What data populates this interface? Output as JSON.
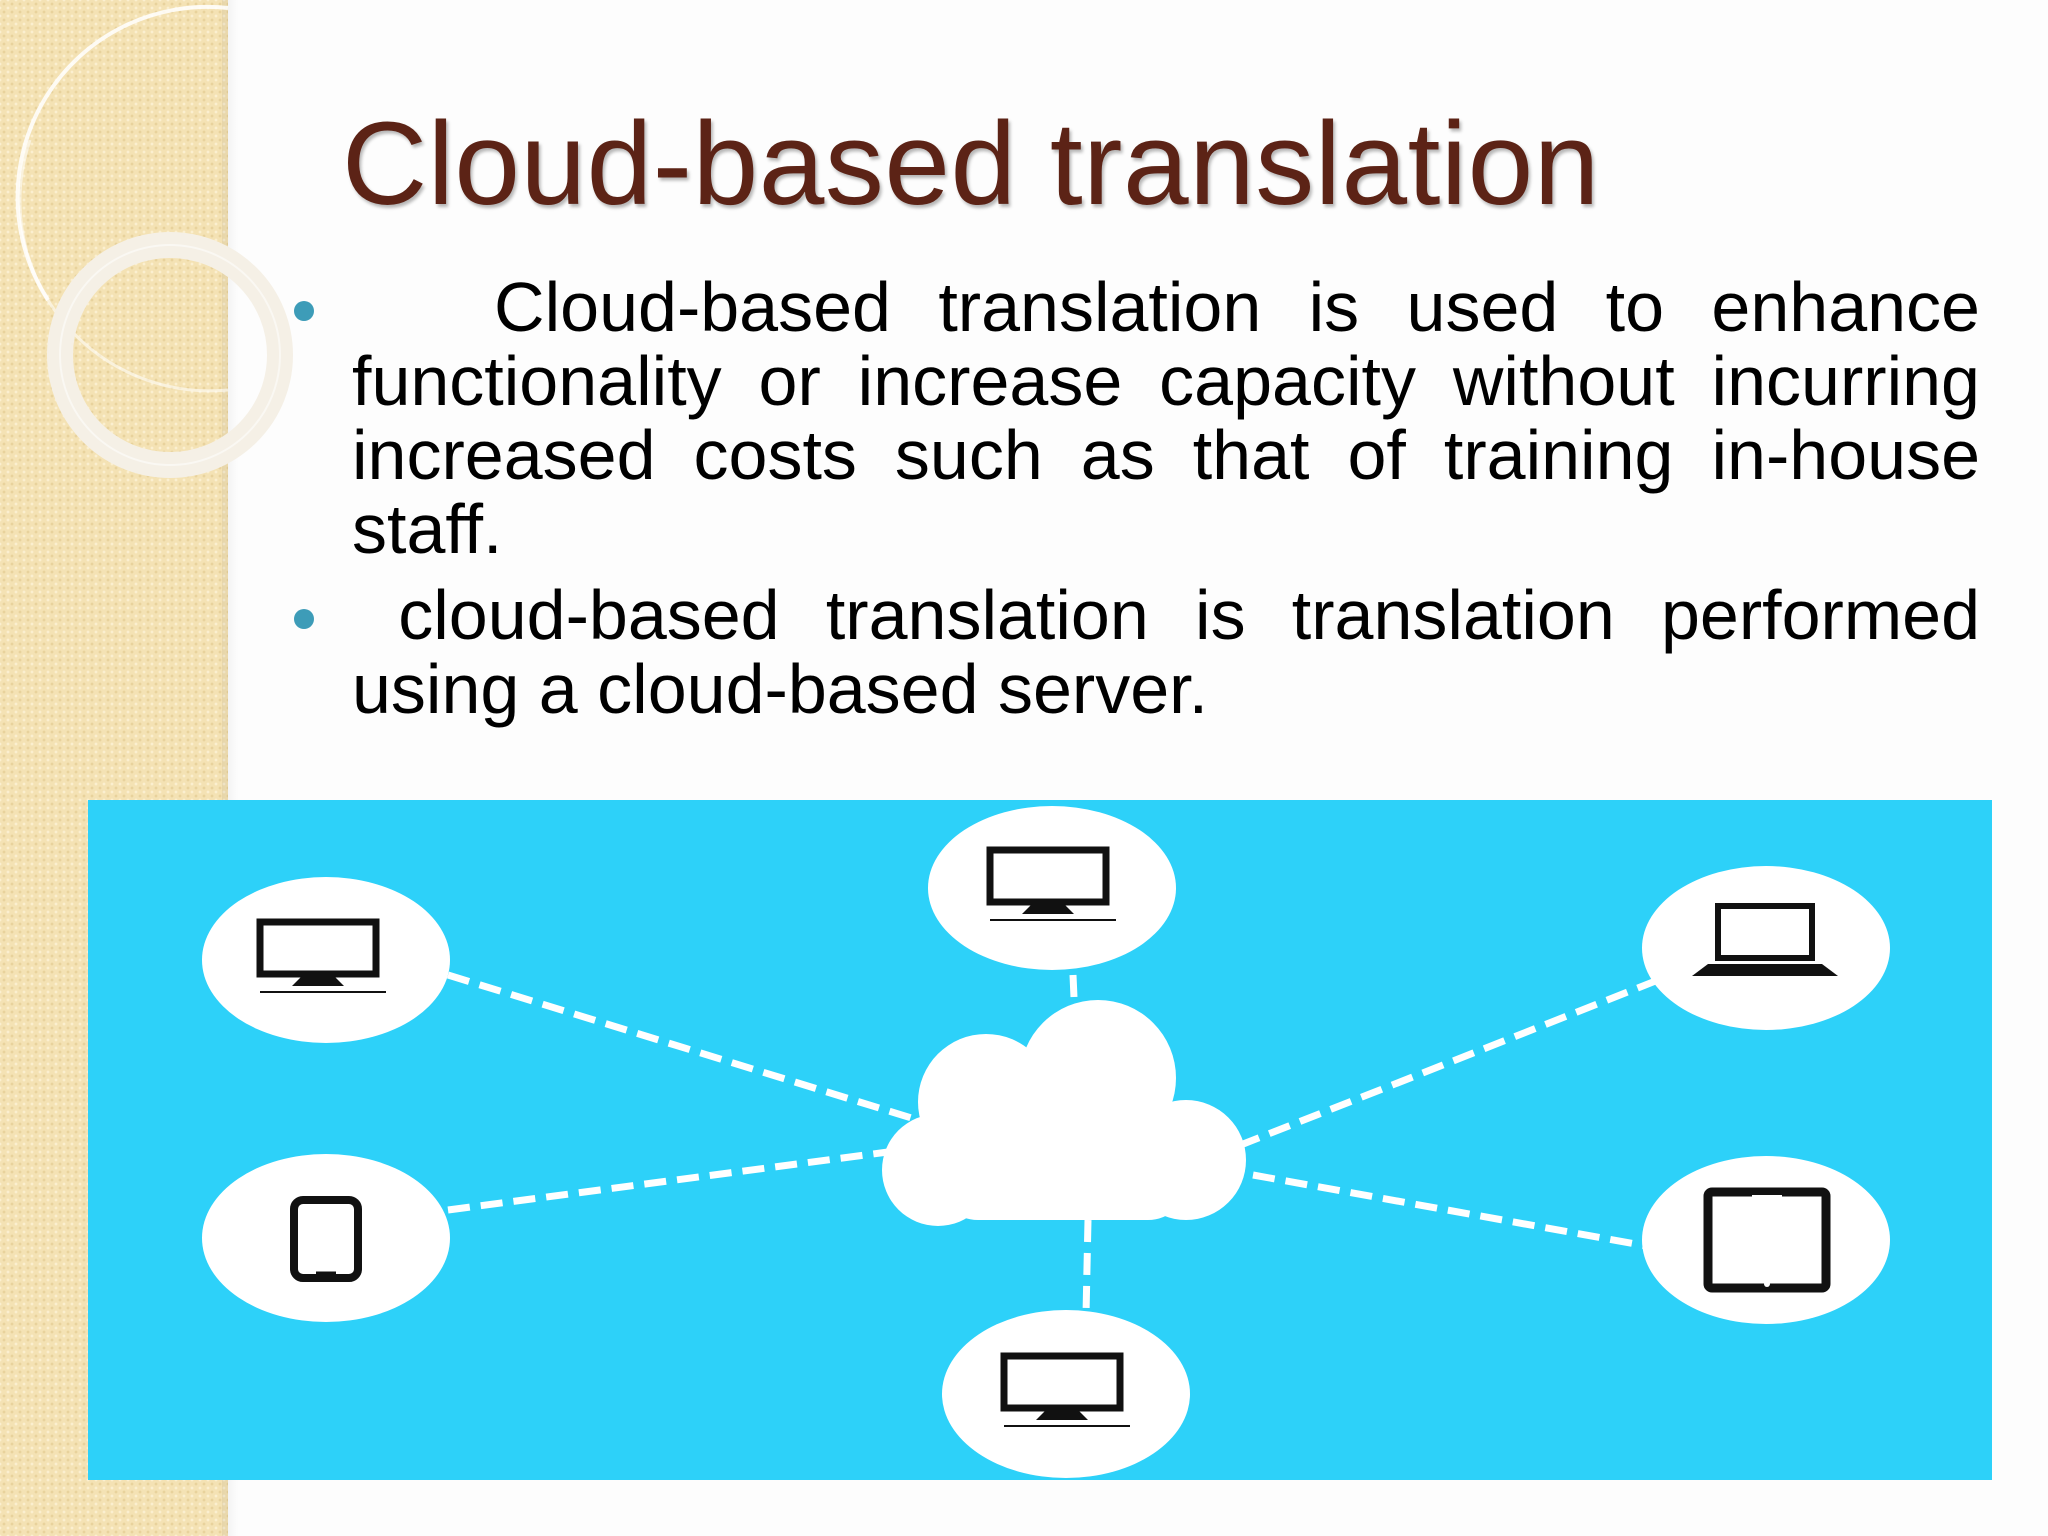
{
  "slide": {
    "title": "Cloud-based translation",
    "bullets": [
      "   Cloud-based translation is used to enhance functionality or increase capacity without incurring increased costs such as that of training in-house staff.",
      " cloud-based translation is translation performed using a cloud-based server."
    ]
  },
  "colors": {
    "title": "#5c2316",
    "bullet_dot": "#3d9cb8",
    "diagram_background": "#2dd1f9",
    "side_band": "#f4e2b4",
    "node_fill": "#ffffff",
    "device_icon": "#111111"
  },
  "diagram": {
    "center": "cloud-icon",
    "nodes": [
      {
        "name": "monitor-icon"
      },
      {
        "name": "monitor-icon"
      },
      {
        "name": "laptop-icon"
      },
      {
        "name": "phone-icon"
      },
      {
        "name": "tablet-icon"
      },
      {
        "name": "monitor-icon"
      }
    ]
  }
}
